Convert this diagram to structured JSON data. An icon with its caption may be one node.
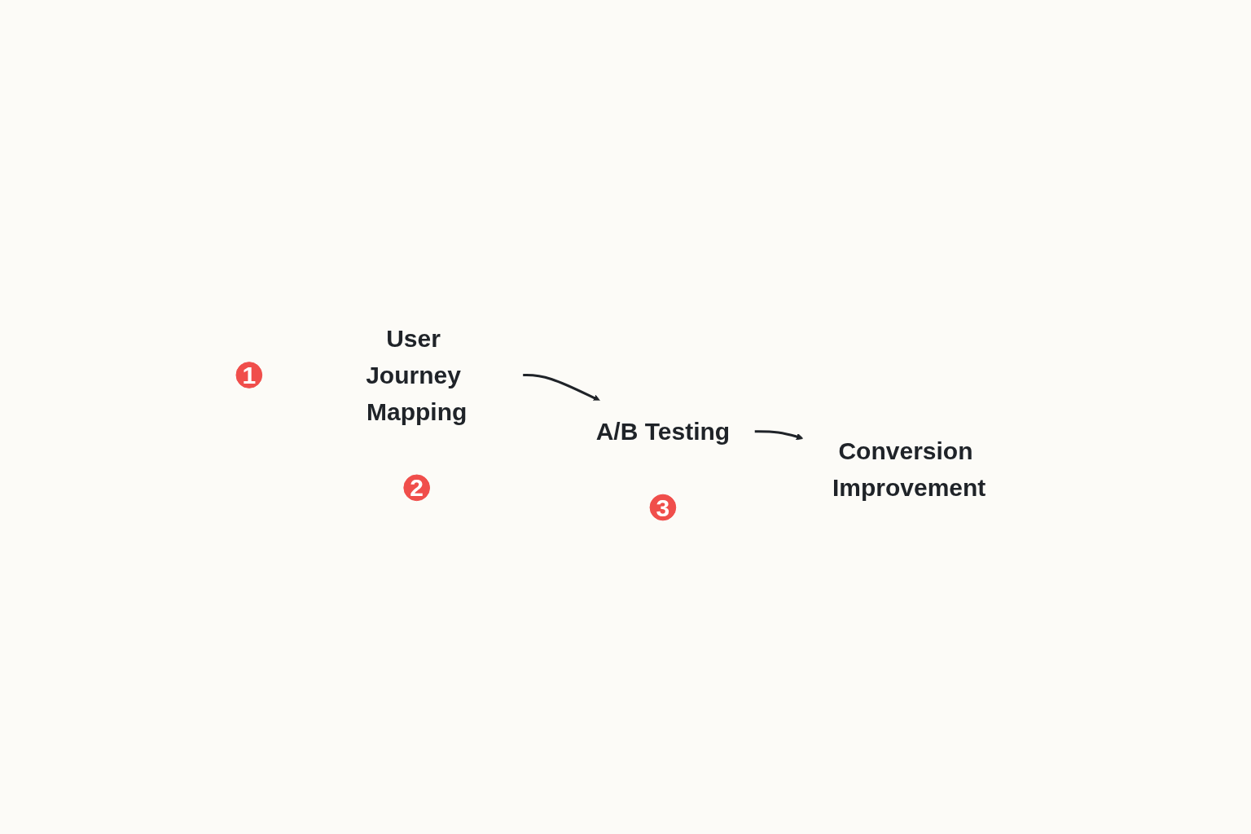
{
  "diagram": {
    "nodes": [
      {
        "text": [
          "1"
        ]
      },
      {
        "text": [
          "2"
        ]
      },
      {
        "text": [
          "3"
        ]
      },
      {
        "text": [
          "User Journey Mapping"
        ]
      },
      {
        "text": [
          "A/B Testing"
        ]
      },
      {
        "text": [
          "Conversion Improvement"
        ]
      }
    ],
    "edges": [
      {
        "from": 3,
        "to": 4,
        "arrow": "to"
      },
      {
        "from": 4,
        "to": 5,
        "arrow": "to"
      }
    ]
  }
}
